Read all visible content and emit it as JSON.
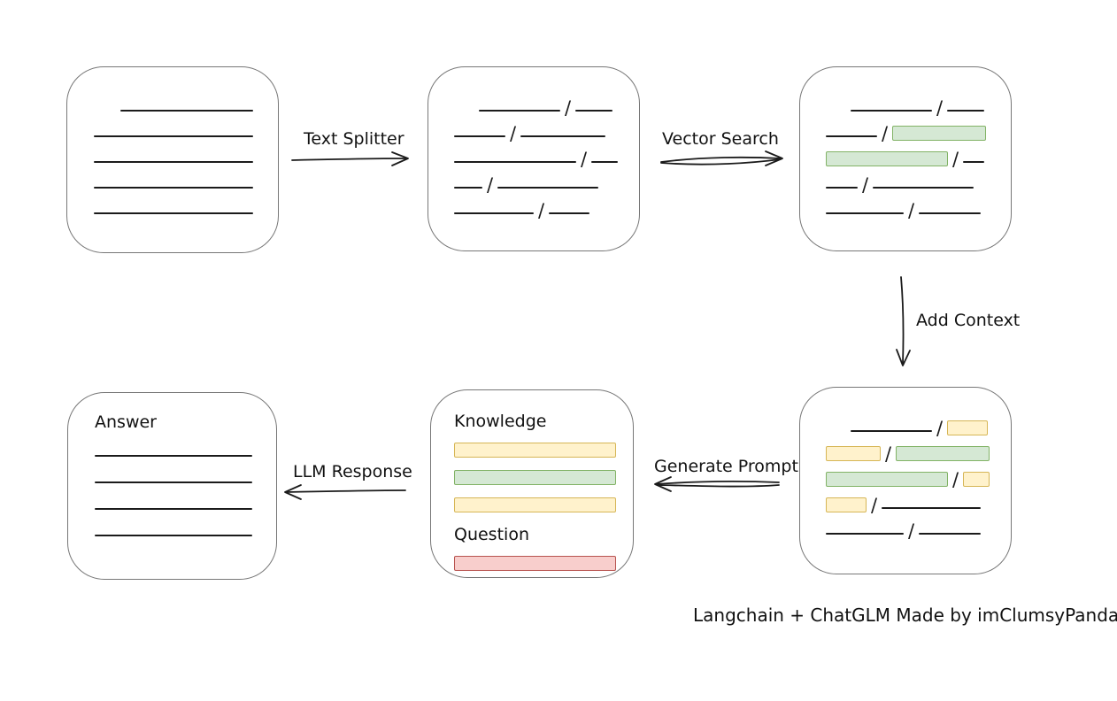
{
  "caption": "Langchain + ChatGLM Made by imClumsyPanda",
  "glyphs": {
    "slash": "/"
  },
  "colors": {
    "ink": "#1b1b1b",
    "box_stroke": "#777777",
    "green_fill": "#d5e8d4",
    "green_stroke": "#82b366",
    "yellow_fill": "#fff2cc",
    "yellow_stroke": "#d6b656",
    "red_fill": "#f8cecc",
    "red_stroke": "#b85450"
  },
  "arrows": {
    "text_splitter": {
      "label": "Text Splitter",
      "direction": "right"
    },
    "vector_search": {
      "label": "Vector Search",
      "direction": "right"
    },
    "add_context": {
      "label": "Add Context",
      "direction": "down"
    },
    "generate_prompt": {
      "label": "Generate Prompt",
      "direction": "left"
    },
    "llm_response": {
      "label": "LLM Response",
      "direction": "left"
    }
  },
  "boxes": {
    "document": {
      "rows": [
        [
          {
            "t": "gap",
            "w": 30
          },
          {
            "t": "line",
            "w": 150
          }
        ],
        [
          {
            "t": "line",
            "w": 180
          }
        ],
        [
          {
            "t": "line",
            "w": 180
          }
        ],
        [
          {
            "t": "line",
            "w": 180
          }
        ],
        [
          {
            "t": "line",
            "w": 180
          }
        ]
      ]
    },
    "chunks": {
      "rows": [
        [
          {
            "t": "gap",
            "w": 28
          },
          {
            "t": "line",
            "w": 92
          },
          {
            "t": "slash"
          },
          {
            "t": "line",
            "w": 42
          }
        ],
        [
          {
            "t": "line",
            "w": 58
          },
          {
            "t": "slash"
          },
          {
            "t": "line",
            "w": 96
          }
        ],
        [
          {
            "t": "line",
            "w": 138
          },
          {
            "t": "slash"
          },
          {
            "t": "line",
            "w": 30
          }
        ],
        [
          {
            "t": "line",
            "w": 32
          },
          {
            "t": "slash"
          },
          {
            "t": "line",
            "w": 114
          }
        ],
        [
          {
            "t": "line",
            "w": 90
          },
          {
            "t": "slash"
          },
          {
            "t": "line",
            "w": 46
          }
        ]
      ]
    },
    "search": {
      "rows": [
        [
          {
            "t": "gap",
            "w": 28
          },
          {
            "t": "line",
            "w": 92
          },
          {
            "t": "slash"
          },
          {
            "t": "line",
            "w": 42
          }
        ],
        [
          {
            "t": "line",
            "w": 58
          },
          {
            "t": "slash"
          },
          {
            "t": "green",
            "w": 106
          }
        ],
        [
          {
            "t": "green",
            "w": 138
          },
          {
            "t": "slash"
          },
          {
            "t": "line",
            "w": 24
          }
        ],
        [
          {
            "t": "line",
            "w": 36
          },
          {
            "t": "slash"
          },
          {
            "t": "line",
            "w": 114
          }
        ],
        [
          {
            "t": "line",
            "w": 88
          },
          {
            "t": "slash"
          },
          {
            "t": "line",
            "w": 70
          }
        ]
      ]
    },
    "context": {
      "rows": [
        [
          {
            "t": "gap",
            "w": 28
          },
          {
            "t": "line",
            "w": 92
          },
          {
            "t": "slash"
          },
          {
            "t": "yellow",
            "w": 46
          }
        ],
        [
          {
            "t": "yellow",
            "w": 62
          },
          {
            "t": "slash"
          },
          {
            "t": "green",
            "w": 106
          }
        ],
        [
          {
            "t": "green",
            "w": 138
          },
          {
            "t": "slash"
          },
          {
            "t": "yellow",
            "w": 30
          }
        ],
        [
          {
            "t": "yellow",
            "w": 46
          },
          {
            "t": "slash"
          },
          {
            "t": "line",
            "w": 112
          }
        ],
        [
          {
            "t": "line",
            "w": 88
          },
          {
            "t": "slash"
          },
          {
            "t": "line",
            "w": 70
          }
        ]
      ]
    },
    "prompt": {
      "knowledge_label": "Knowledge",
      "question_label": "Question",
      "knowledge_rows": [
        [
          {
            "t": "yellow",
            "w": 183
          }
        ],
        [
          {
            "t": "green",
            "w": 183
          }
        ],
        [
          {
            "t": "yellow",
            "w": 183
          }
        ]
      ],
      "question_rows": [
        [
          {
            "t": "red",
            "w": 183
          }
        ]
      ]
    },
    "answer": {
      "label": "Answer",
      "rows": [
        [
          {
            "t": "line",
            "w": 178
          }
        ],
        [
          {
            "t": "line",
            "w": 178
          }
        ],
        [
          {
            "t": "line",
            "w": 178
          }
        ],
        [
          {
            "t": "line",
            "w": 178
          }
        ]
      ]
    }
  }
}
